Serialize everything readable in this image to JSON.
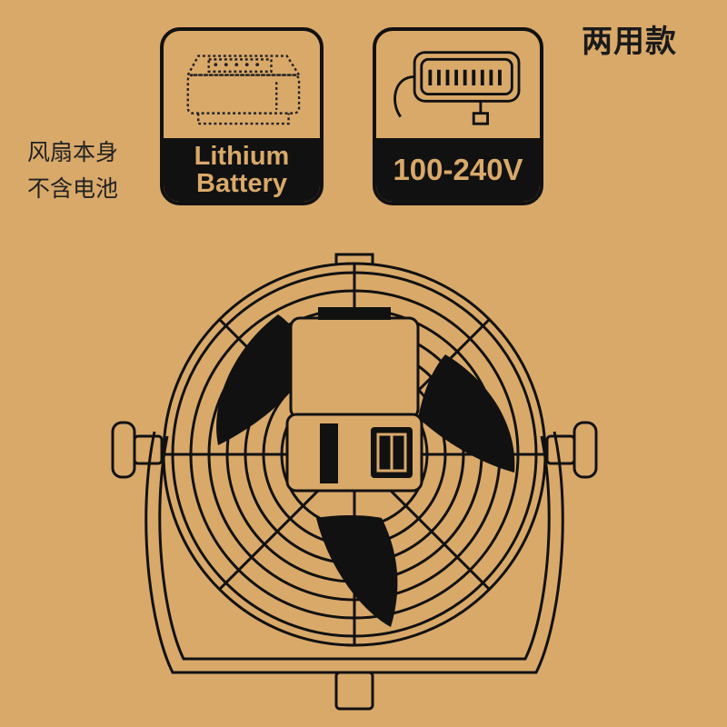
{
  "corner_badge": "两用款",
  "note_lines": [
    "风扇本身",
    "不含电池"
  ],
  "battery_card": {
    "line1": "Lithium",
    "line2": "Battery",
    "icon": "battery-pack-icon"
  },
  "charger_card": {
    "label": "100-240V",
    "icon": "wall-adapter-icon"
  },
  "fan_icon": "floor-fan-icon",
  "colors": {
    "background": "#d9a96a",
    "ink": "#111111"
  }
}
